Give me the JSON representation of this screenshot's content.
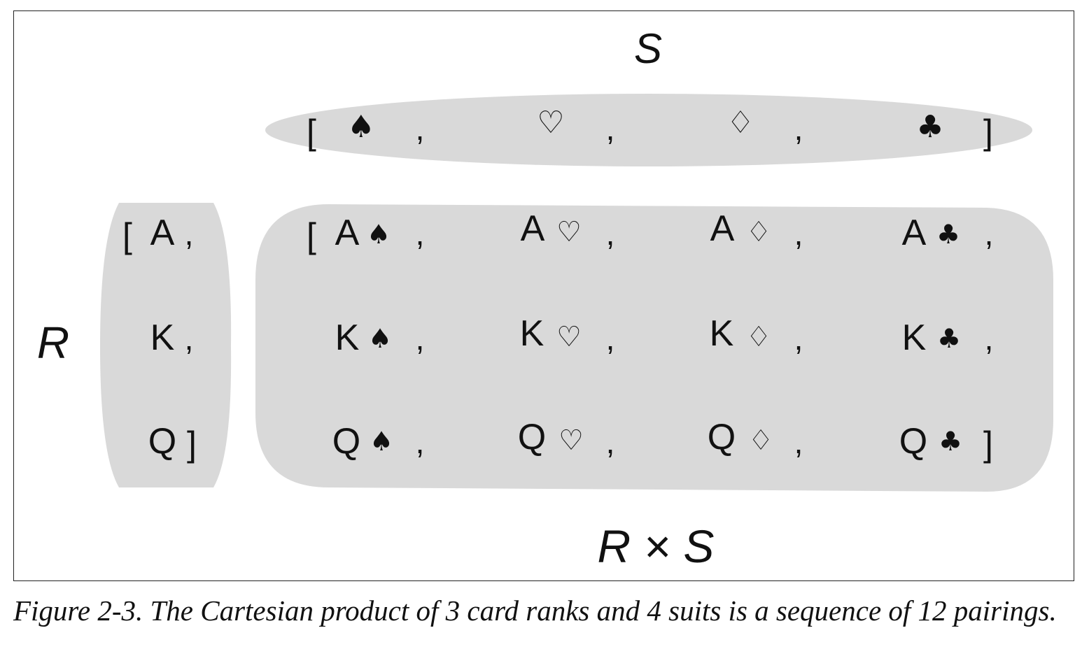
{
  "set_s_label": "S",
  "set_r_label": "R",
  "product_label": "R × S",
  "suits": [
    {
      "glyph": "♠",
      "name": "spades"
    },
    {
      "glyph": "♡",
      "name": "hearts"
    },
    {
      "glyph": "♢",
      "name": "diamonds"
    },
    {
      "glyph": "♣",
      "name": "clubs"
    }
  ],
  "ranks": [
    "A",
    "K",
    "Q"
  ],
  "open_bracket": "[",
  "close_bracket": "]",
  "separator": ",",
  "caption": "Figure 2-3. The Cartesian product of 3 card ranks and 4 suits is a sequence of 12 pairings.",
  "colors": {
    "blob_fill": "#d9d9d9",
    "ink": "#111111"
  }
}
